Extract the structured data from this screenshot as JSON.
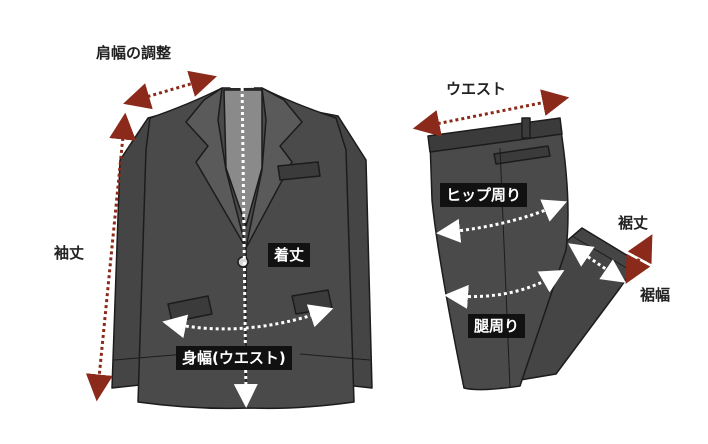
{
  "labels": {
    "shoulder": "肩幅の調整",
    "sleeve": "袖丈",
    "length": "着丈",
    "chest": "身幅(ウエスト)",
    "waist": "ウエスト",
    "hip": "ヒップ周り",
    "thigh": "腿周り",
    "hem_length": "裾丈",
    "hem_width": "裾幅"
  },
  "colors": {
    "garment": "#4a4a4a",
    "garment_dark": "#3b3b3b",
    "lapel": "#5a5a5a",
    "shirt": "#8a8a8a",
    "outline": "#1c1c1c",
    "arrow_red": "#8b2a1a",
    "arrow_white": "#ffffff",
    "tag_bg": "#111111",
    "tag_text": "#ffffff"
  },
  "icons": {
    "jacket": "suit-jacket-icon",
    "trousers": "trousers-icon"
  }
}
